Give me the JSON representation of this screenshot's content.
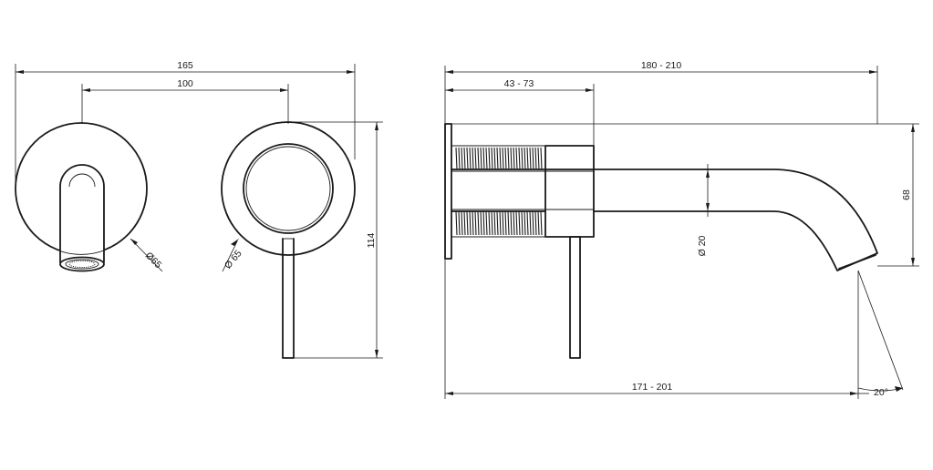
{
  "dimensions": {
    "front_total_width": "165",
    "front_center_distance": "100",
    "front_height": "114",
    "spout_plate_diameter": "Ø65",
    "mixer_plate_diameter": "Ø 65",
    "side_projection": "180 - 210",
    "side_wall_depth": "43 - 73",
    "side_spout_height": "68",
    "side_spout_diameter": "Ø 20",
    "side_base_projection": "171 - 201",
    "side_outlet_angle": "20°"
  }
}
